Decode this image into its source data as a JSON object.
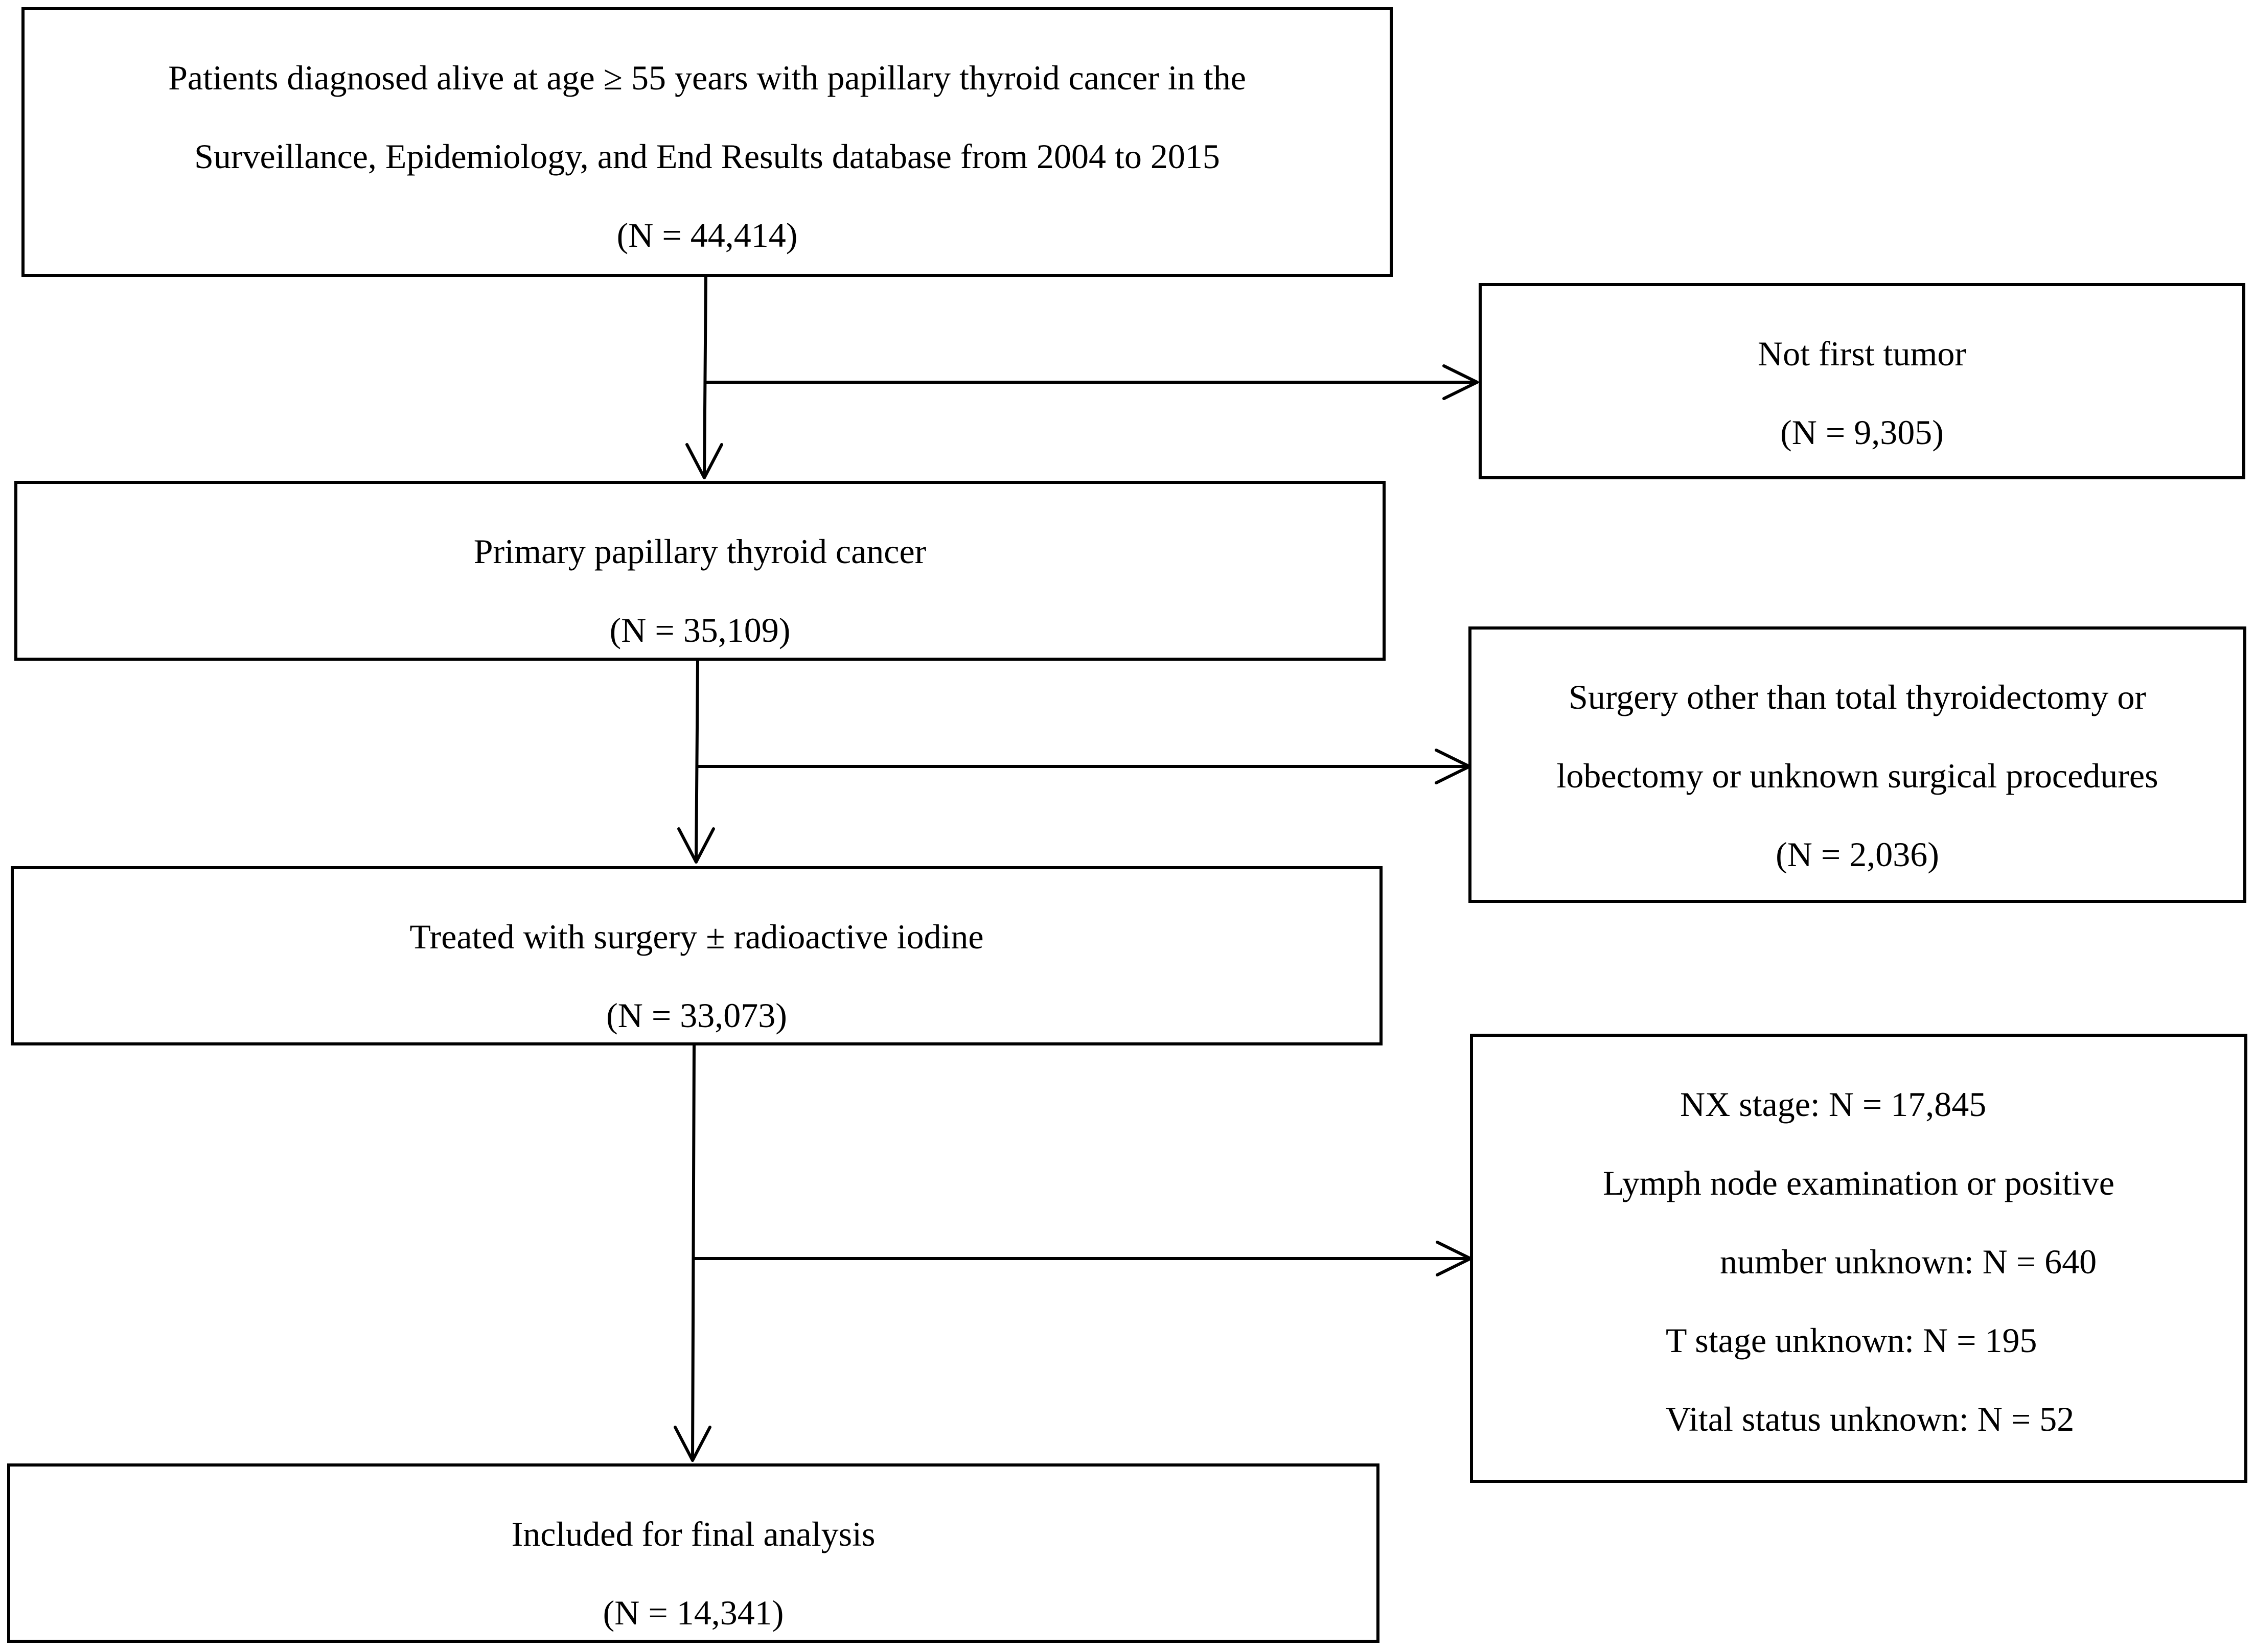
{
  "colors": {
    "stroke": "#000000",
    "background": "#ffffff"
  },
  "boxes": {
    "start": {
      "line1": "Patients diagnosed alive at age ≥ 55 years with papillary thyroid cancer in the",
      "line2": "Surveillance, Epidemiology, and End Results database from 2004 to 2015",
      "count": "(N = 44,414)"
    },
    "exclude_not_first": {
      "label": "Not first tumor",
      "count": "(N = 9,305)"
    },
    "primary": {
      "label": "Primary papillary thyroid cancer",
      "count": "(N = 35,109)"
    },
    "exclude_surgery": {
      "line1": "Surgery other than total thyroidectomy or",
      "line2": "lobectomy or unknown surgical procedures",
      "count": "(N = 2,036)"
    },
    "treated": {
      "label": "Treated with surgery  ±  radioactive iodine",
      "count": "(N = 33,073)"
    },
    "exclude_unknown": {
      "nx_stage": "NX stage: N = 17,845",
      "lymph_node_line1": "Lymph node examination or positive",
      "lymph_node_line2": "number unknown: N = 640",
      "t_stage": "T stage unknown: N = 195",
      "vital_status": "Vital status unknown: N = 52"
    },
    "final": {
      "label": "Included for final analysis",
      "count": "(N = 14,341)"
    }
  }
}
